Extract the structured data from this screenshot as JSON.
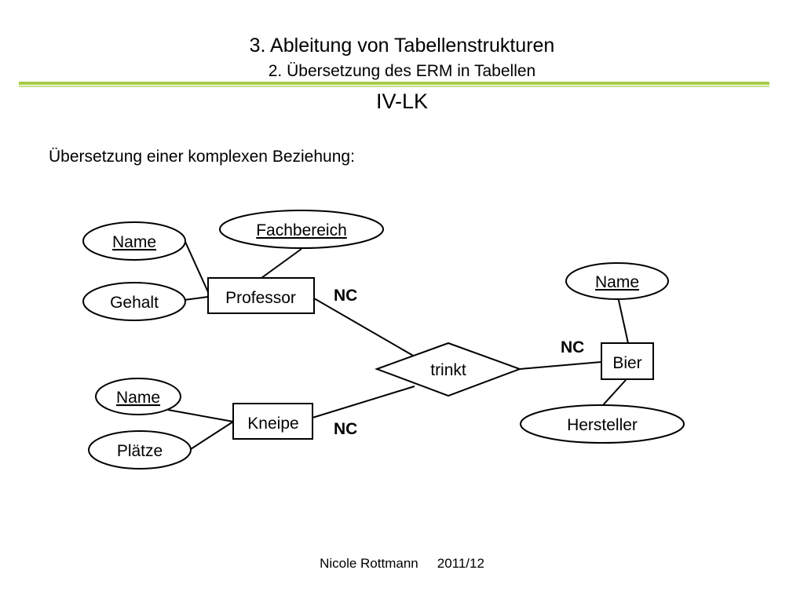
{
  "header": {
    "title": "3. Ableitung von Tabellenstrukturen",
    "subtitle": "2. Übersetzung des ERM in Tabellen",
    "code": "IV-LK"
  },
  "intro_text": "Übersetzung einer komplexen Beziehung:",
  "diagram": {
    "entities": {
      "professor": "Professor",
      "kneipe": "Kneipe",
      "bier": "Bier"
    },
    "relationship": "trinkt",
    "attributes": {
      "professor_name": "Name",
      "professor_gehalt": "Gehalt",
      "professor_fachbereich": "Fachbereich",
      "kneipe_name": "Name",
      "kneipe_plaetze": "Plätze",
      "bier_name": "Name",
      "bier_hersteller": "Hersteller"
    },
    "cardinalities": {
      "professor": "NC",
      "bier": "NC",
      "kneipe": "NC"
    }
  },
  "footer": {
    "author": "Nicole Rottmann",
    "date": "2011/12"
  }
}
